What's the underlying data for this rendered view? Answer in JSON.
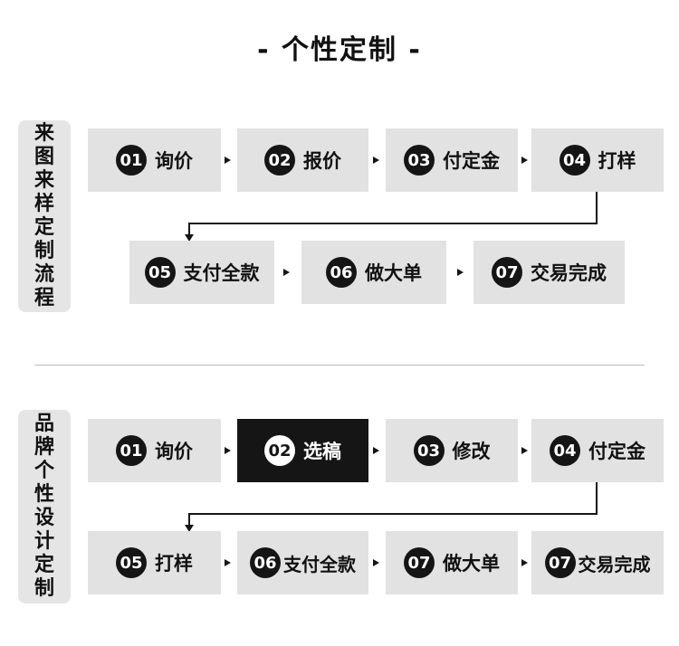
{
  "title": "- 个性定制 -",
  "flows": [
    {
      "side_label": [
        "来",
        "图",
        "来",
        "样",
        "定",
        "制",
        "流",
        "程"
      ],
      "steps": [
        {
          "num": "01",
          "label": "询价"
        },
        {
          "num": "02",
          "label": "报价"
        },
        {
          "num": "03",
          "label": "付定金"
        },
        {
          "num": "04",
          "label": "打样"
        },
        {
          "num": "05",
          "label": "支付全款"
        },
        {
          "num": "06",
          "label": "做大单"
        },
        {
          "num": "07",
          "label": "交易完成"
        }
      ]
    },
    {
      "side_label": [
        "品",
        "牌",
        "个",
        "性",
        "设",
        "计",
        "定",
        "制"
      ],
      "steps": [
        {
          "num": "01",
          "label": "询价"
        },
        {
          "num": "02",
          "label": "选稿",
          "active": true
        },
        {
          "num": "03",
          "label": "修改"
        },
        {
          "num": "04",
          "label": "付定金"
        },
        {
          "num": "05",
          "label": "打样"
        },
        {
          "num": "06",
          "label": "支付全款"
        },
        {
          "num": "07",
          "label": "做大单"
        },
        {
          "num": "07",
          "label": "交易完成"
        }
      ]
    }
  ]
}
